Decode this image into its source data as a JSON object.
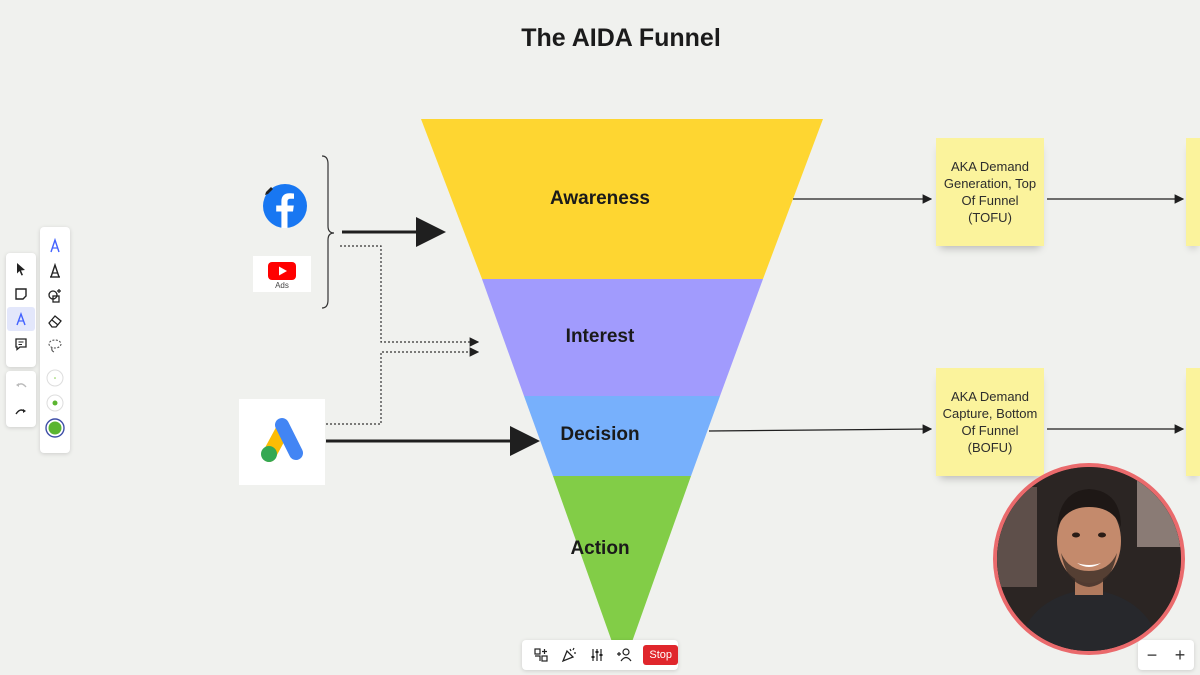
{
  "board": {
    "title": "The AIDA Funnel"
  },
  "funnel": {
    "stages": [
      {
        "label": "Awareness",
        "color": "#fed631"
      },
      {
        "label": "Interest",
        "color": "#a19bfd"
      },
      {
        "label": "Decision",
        "color": "#77b0fc"
      },
      {
        "label": "Action",
        "color": "#82cd47"
      }
    ]
  },
  "sources": {
    "youtube_ads_label": "Ads"
  },
  "stickies": [
    {
      "text": "AKA Demand Generation, Top Of Funnel (TOFU)"
    },
    {
      "text": "AKA Demand Capture, Bottom Of Funnel (BOFU)"
    }
  ],
  "bottom_toolbar": {
    "stop_label": "Stop"
  },
  "zoom": {
    "out_label": "−",
    "in_label": "+"
  },
  "colors": {
    "sticky": "#fbf39c",
    "stop": "#e0262c",
    "webcam_border": "#ea6a6c",
    "accent": "#4262ff"
  }
}
